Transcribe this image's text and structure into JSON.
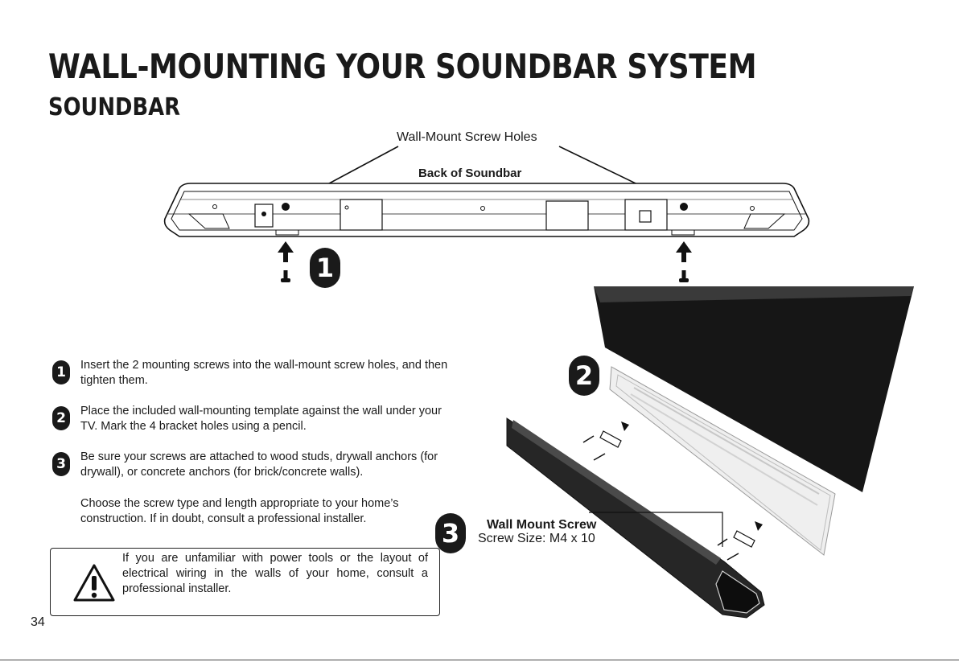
{
  "title": "WALL-MOUNTING YOUR SOUNDBAR SYSTEM",
  "subtitle": "SOUNDBAR",
  "figure": {
    "screw_holes_label": "Wall-Mount Screw Holes",
    "back_label": "Back of Soundbar",
    "step_marker": "1"
  },
  "steps": [
    {
      "number": "1",
      "text": "Insert the 2 mounting screws into the wall-mount screw holes, and then tighten them."
    },
    {
      "number": "2",
      "text": "Place the included wall-mounting template against the wall under your TV. Mark the 4 bracket holes using a pencil."
    },
    {
      "number": "3",
      "text": "Be sure your screws are attached to wood studs, drywall anchors (for drywall), or concrete anchors (for brick/concrete walls)."
    }
  ],
  "note": "Choose the screw type and length appropriate to your home’s construction. If in doubt, consult a professional installer.",
  "illustration": {
    "marker_2": "2",
    "marker_3": "3",
    "screw_title": "Wall Mount Screw",
    "screw_size": "Screw Size: M4 x 10"
  },
  "warning": "If you are unfamiliar with power tools or the layout of electrical wiring in the walls of your home, consult a professional installer.",
  "page_number": "34"
}
